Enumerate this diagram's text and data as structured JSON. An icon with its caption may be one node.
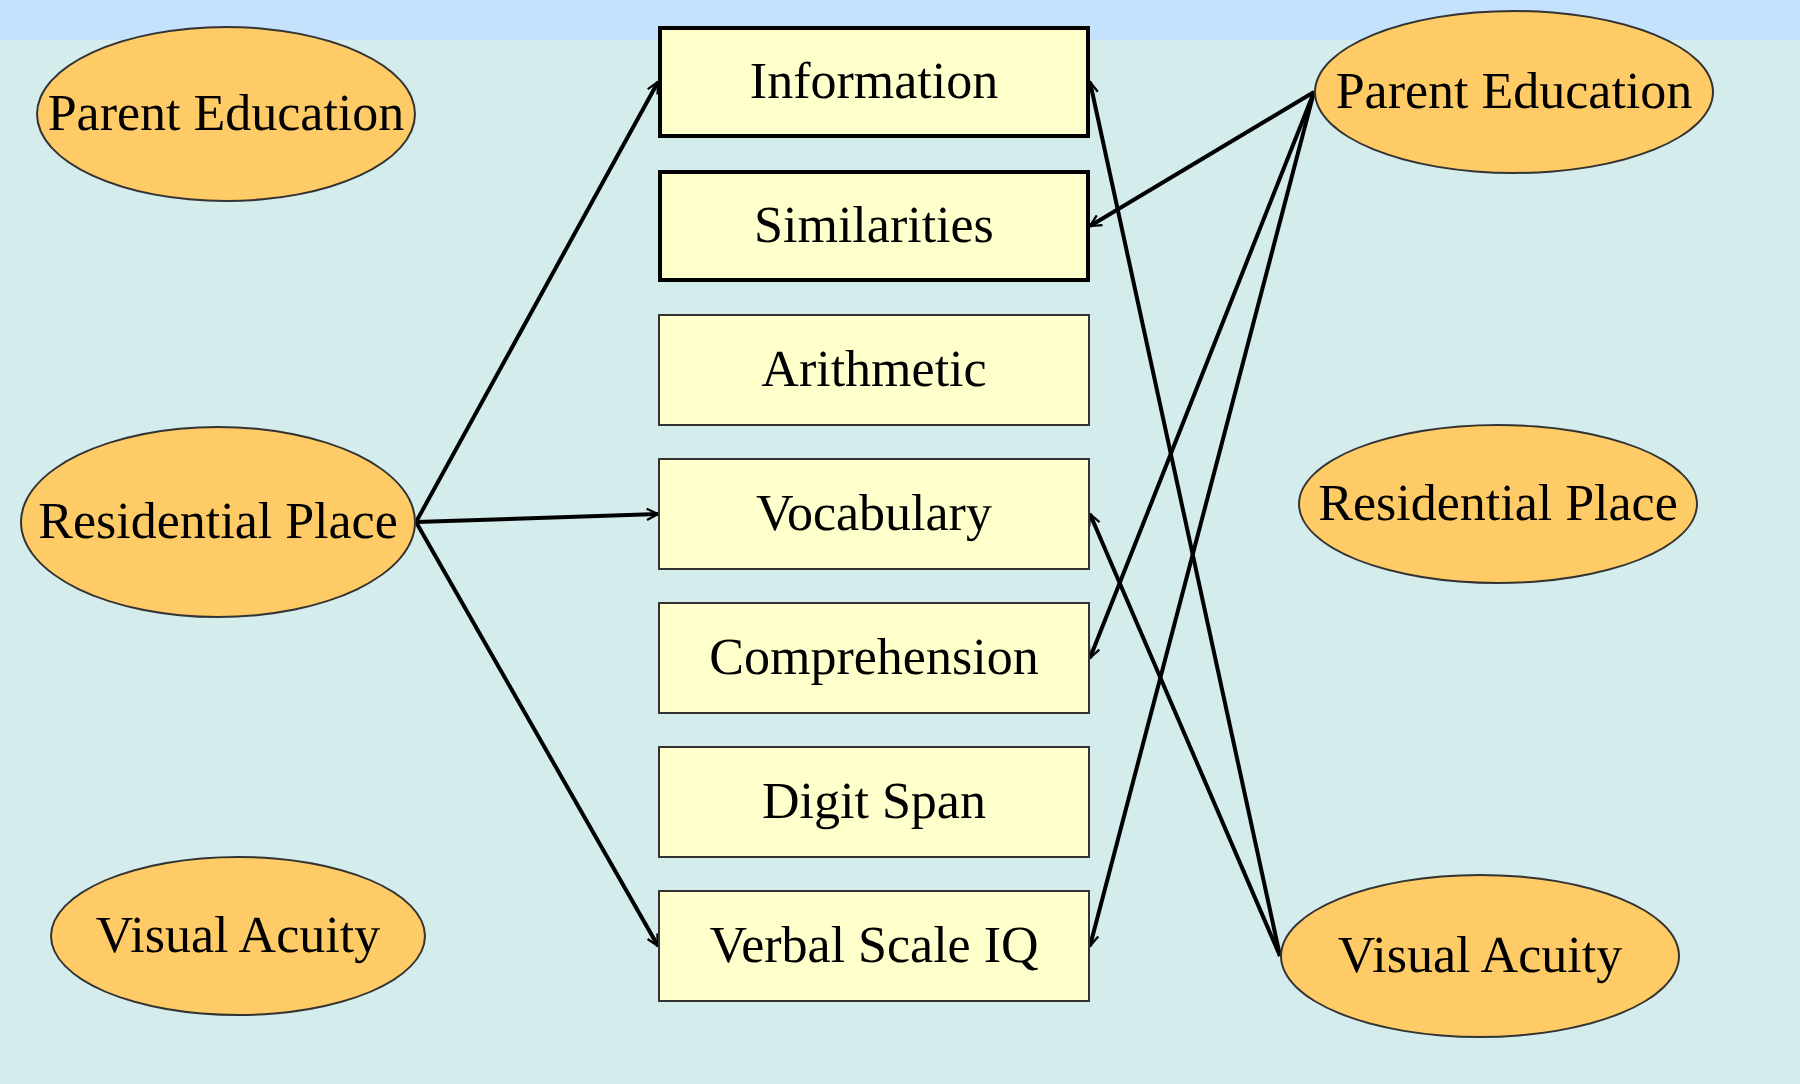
{
  "diagram": {
    "nodes": [
      {
        "text": [
          "Parent Education"
        ]
      },
      {
        "text": [
          "Residential Place"
        ]
      },
      {
        "text": [
          "Visual Acuity"
        ]
      },
      {
        "text": [
          "Information"
        ]
      },
      {
        "text": [
          "Similarities"
        ]
      },
      {
        "text": [
          "Arithmetic"
        ]
      },
      {
        "text": [
          "Vocabulary"
        ]
      },
      {
        "text": [
          "Comprehension"
        ]
      },
      {
        "text": [
          "Digit Span"
        ]
      },
      {
        "text": [
          "Verbal Scale IQ"
        ]
      },
      {
        "text": [
          "Parent Education"
        ]
      },
      {
        "text": [
          "Residential Place"
        ]
      },
      {
        "text": [
          "Visual Acuity"
        ]
      }
    ],
    "edges": [
      {
        "from": 1,
        "to": 3,
        "arrow": "to"
      },
      {
        "from": 1,
        "to": 6,
        "arrow": "to"
      },
      {
        "from": 1,
        "to": 9,
        "arrow": "to"
      },
      {
        "from": 10,
        "to": 4,
        "arrow": "to"
      },
      {
        "from": 10,
        "to": 7,
        "arrow": "to"
      },
      {
        "from": 10,
        "to": 9,
        "arrow": "to"
      },
      {
        "from": 12,
        "to": 3,
        "arrow": "to"
      },
      {
        "from": 12,
        "to": 6,
        "arrow": "to"
      }
    ]
  }
}
